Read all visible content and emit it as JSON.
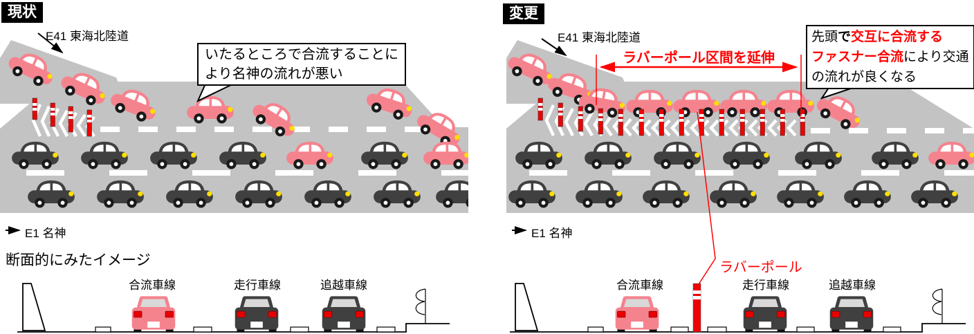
{
  "colors": {
    "road_gray": "#c3c3c3",
    "merging_car_pink": "#f5838e",
    "main_car_dark": "#404040",
    "headlight_yellow": "#ffdf00",
    "accent_red": "#ff0000",
    "rubber_pole_red": "#ee0202"
  },
  "panels": {
    "left": {
      "badge": "現状",
      "ramp_label": "E41 東海北陸道",
      "bubble_line1": "いたるところで合流することに",
      "bubble_line2": "より名神の流れが悪い",
      "direction_label": "E1 名神"
    },
    "right": {
      "badge": "変更",
      "ramp_label": "E41 東海北陸道",
      "extension_label": "ラバーポール区間を延伸",
      "callout": {
        "part1": "先頭",
        "part2": "で",
        "part3": "交互に合流する",
        "part4": "ファスナー合流",
        "part5": "により交通",
        "part6": "の流れが良くなる"
      },
      "direction_label": "E1 名神",
      "pole_label": "ラバーポール"
    }
  },
  "cross_section": {
    "title": "断面的にみたイメージ",
    "lanes": [
      "合流車線",
      "走行車線",
      "追越車線"
    ]
  }
}
